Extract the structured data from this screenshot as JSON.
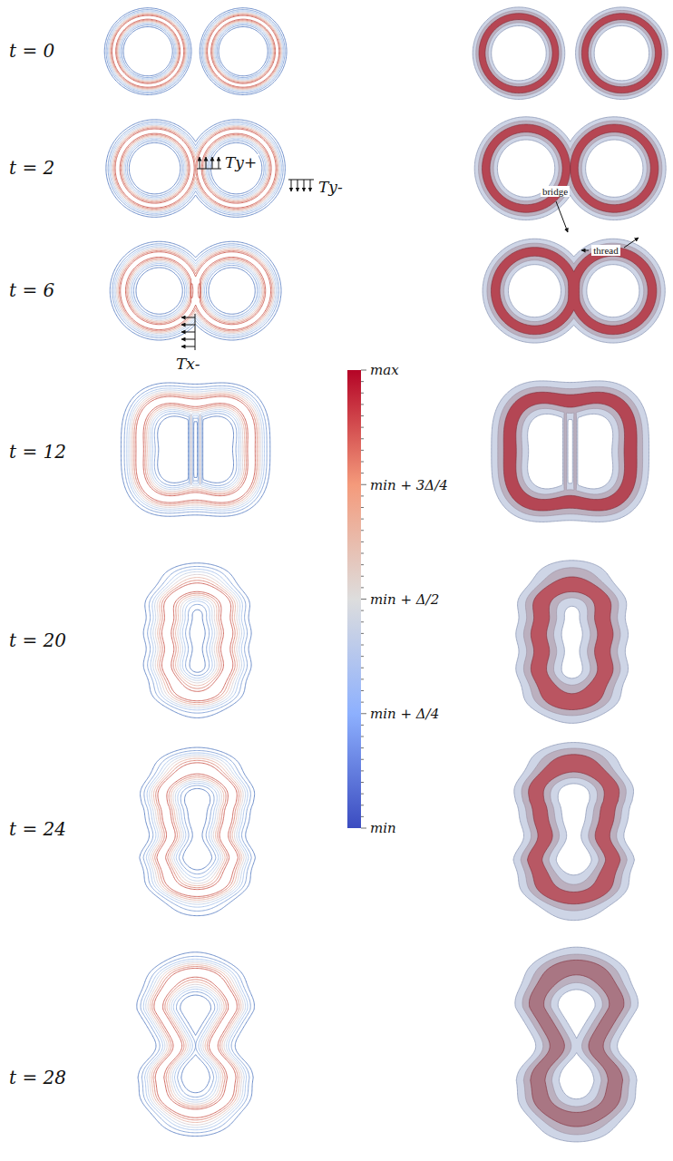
{
  "diagram": {
    "labels": [
      "t = 0",
      "t = 2",
      "t = 6",
      "t = 12",
      "t = 20",
      "t = 24",
      "t = 28",
      "Ty+",
      "Ty-",
      "Tx-",
      "bridge",
      "thread",
      "max",
      "min + 3Δ/4",
      "min + Δ/2",
      "min + Δ/4",
      "min"
    ]
  }
}
